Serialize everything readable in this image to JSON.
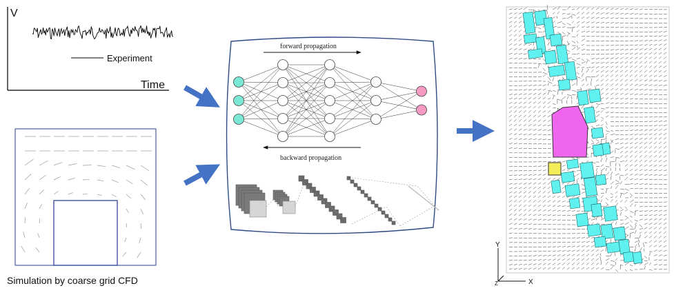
{
  "signal_panel": {
    "y_axis_label": "V",
    "x_axis_label": "Time",
    "legend_label": "Experiment"
  },
  "cfd_panel": {
    "caption": "Simulation by coarse grid CFD"
  },
  "network_panel": {
    "forward_label": "forward propagation",
    "backward_label": "backward propagation",
    "layer_sizes": [
      3,
      5,
      5,
      3,
      2
    ],
    "colors": {
      "input": "#7be8d6",
      "hidden": "#ffffff",
      "output": "#f59ac2",
      "arrow": "#4472c4"
    }
  },
  "result_panel": {
    "y_axis_label": "Y",
    "x_axis_label": "X",
    "z_axis_label": "Z",
    "colors": {
      "buildings": "#5ff0f0",
      "large_building": "#f065ee",
      "small_building": "#f2ee5a"
    }
  }
}
